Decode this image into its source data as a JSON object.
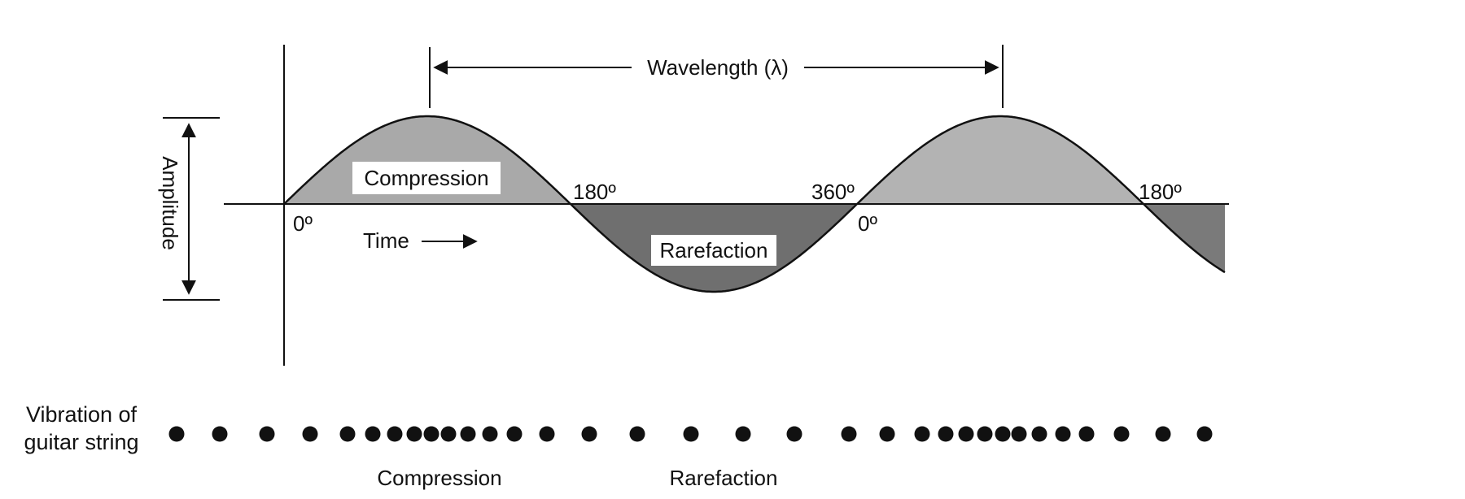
{
  "diagram": {
    "wavelength_label": "Wavelength (λ)",
    "amplitude_label": "Amplitude",
    "compression_label": "Compression",
    "rarefaction_label": "Rarefaction",
    "time_label": "Time",
    "phase_labels": {
      "start": "0º",
      "first_180": "180º",
      "mid_360": "360º",
      "mid_0": "0º",
      "second_180": "180º"
    },
    "string": {
      "label_line1": "Vibration of",
      "label_line2": "guitar string",
      "compression_label": "Compression",
      "rarefaction_label": "Rarefaction"
    },
    "colors": {
      "ink": "#111111",
      "compression_fill": "#a9a9a9",
      "rarefaction_fill": "#6f6f6f",
      "background": "#ffffff"
    }
  }
}
